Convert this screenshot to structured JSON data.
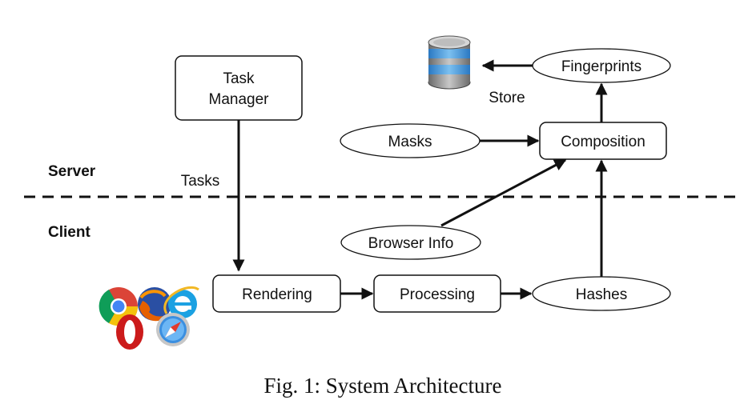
{
  "zones": {
    "server": "Server",
    "client": "Client"
  },
  "nodes": {
    "task_manager": {
      "line1": "Task",
      "line2": "Manager"
    },
    "fingerprints": "Fingerprints",
    "store": "Store",
    "masks": "Masks",
    "composition": "Composition",
    "browser_info": "Browser Info",
    "rendering": "Rendering",
    "processing": "Processing",
    "hashes": "Hashes"
  },
  "edges": {
    "tasks": "Tasks"
  },
  "caption": "Fig. 1: System Architecture",
  "icons": {
    "database": "database-icon",
    "browsers": "browser-logos-icon"
  }
}
